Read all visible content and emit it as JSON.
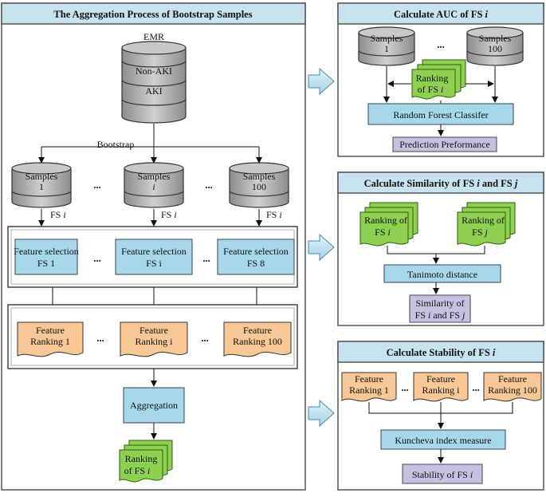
{
  "colors": {
    "panel_header": "#c6e3ef",
    "box_blue": "#a6d8ea",
    "feature_orange": "#f7c796",
    "ranking_green": "#8ed150",
    "output_lavender": "#c7c0e0",
    "db_gray": "#b3b3b3"
  },
  "left_panel": {
    "title": "The Aggregation Process of Bootstrap Samples",
    "emr_label": "EMR",
    "db_labels": [
      "Non-AKI",
      "AKI"
    ],
    "bootstrap_label": "Bootstrap",
    "samples": [
      {
        "line1": "Samples",
        "line2": "1"
      },
      {
        "line1": "Samples",
        "line2": "i"
      },
      {
        "line1": "Samples",
        "line2": "100"
      }
    ],
    "fs_edge_label": "FS",
    "fs_edge_italic": "i",
    "feature_selection": [
      {
        "line1": "Feature selection",
        "line2": "FS 1"
      },
      {
        "line1": "Feature selection",
        "line2": "FS i"
      },
      {
        "line1": "Feature selection",
        "line2": "FS 8"
      }
    ],
    "feature_ranking": [
      {
        "line1": "Feature",
        "line2": "Ranking 1"
      },
      {
        "line1": "Feature",
        "line2": "Ranking i"
      },
      {
        "line1": "Feature",
        "line2": "Ranking 100"
      }
    ],
    "aggregation_label": "Aggregation",
    "ranking_line1": "Ranking",
    "ranking_line2": "of FS",
    "ranking_italic": "i",
    "ellipsis": "..."
  },
  "auc_panel": {
    "title": "Calculate AUC of FS",
    "title_italic": "i",
    "samples": [
      {
        "line1": "Samples",
        "line2": "1"
      },
      {
        "line1": "Samples",
        "line2": "100"
      }
    ],
    "ranking_line1": "Ranking",
    "ranking_line2": "of FS",
    "ranking_italic": "i",
    "classifier_label": "Random Forest Classifer",
    "output_label": "Prediction Preformance",
    "ellipsis": "..."
  },
  "similarity_panel": {
    "title": "Calculate Similarity of FS",
    "title_i": "i",
    "title_and": " and FS",
    "title_j": "j",
    "ranking_a_line1": "Ranking of",
    "ranking_a_line2": "FS",
    "ranking_a_italic": "i",
    "ranking_b_line1": "Ranking of",
    "ranking_b_line2": "FS",
    "ranking_b_italic": "j",
    "distance_label": "Tanimoto distance",
    "output_line1": "Similarity of",
    "output_line2_a": "FS",
    "output_line2_i": "i",
    "output_line2_b": " and FS",
    "output_line2_j": "j"
  },
  "stability_panel": {
    "title": "Calculate Stability of FS",
    "title_italic": "i",
    "feature_ranking": [
      {
        "line1": "Feature",
        "line2": "Ranking 1"
      },
      {
        "line1": "Feature",
        "line2": "Ranking i"
      },
      {
        "line1": "Feature",
        "line2": "Ranking 100"
      }
    ],
    "measure_label": "Kuncheva index measure",
    "output_label": "Stability of FS",
    "output_italic": "i",
    "ellipsis": "..."
  }
}
